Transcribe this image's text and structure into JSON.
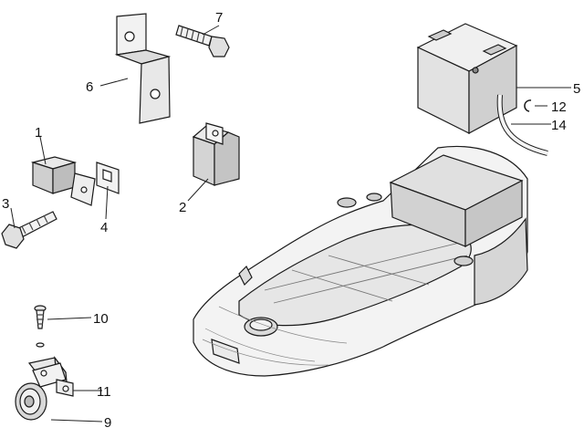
{
  "callouts": [
    {
      "id": "1",
      "text": "1"
    },
    {
      "id": "2",
      "text": "2"
    },
    {
      "id": "3",
      "text": "3"
    },
    {
      "id": "4",
      "text": "4"
    },
    {
      "id": "5",
      "text": "5"
    },
    {
      "id": "6",
      "text": "6"
    },
    {
      "id": "7",
      "text": "7"
    },
    {
      "id": "9",
      "text": "9"
    },
    {
      "id": "10",
      "text": "10"
    },
    {
      "id": "11",
      "text": "11"
    },
    {
      "id": "12",
      "text": "12"
    },
    {
      "id": "14",
      "text": "14"
    }
  ],
  "colors": {
    "line": "#1a1a1a",
    "fill_light": "#eeeeee",
    "fill_mid": "#d8d8d8",
    "fill_dark": "#b8b8b8"
  }
}
